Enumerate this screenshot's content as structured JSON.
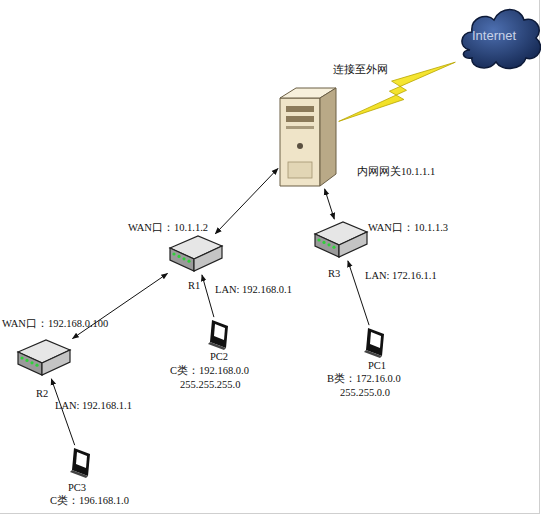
{
  "diagram": {
    "nodes": [
      {
        "text": [
          "Internet"
        ]
      },
      {
        "text": [
          "内网网关10.1.1.1"
        ]
      },
      {
        "text": [
          "WAN口：10.1.1.2",
          "R1",
          "LAN: 192.168.0.1"
        ]
      },
      {
        "text": [
          "WAN口：10.1.1.3",
          "R3",
          "LAN: 172.16.1.1"
        ]
      },
      {
        "text": [
          "WAN口：192.168.0.100",
          "R2",
          "LAN: 192.168.1.1"
        ]
      },
      {
        "text": [
          "PC2",
          "C类：192.168.0.0",
          "255.255.255.0"
        ]
      },
      {
        "text": [
          "PC1",
          "B类：172.16.0.0",
          "255.255.0.0"
        ]
      },
      {
        "text": [
          "PC3",
          "C类：196.168.1.0"
        ]
      }
    ],
    "edges": [
      {
        "from": 1,
        "to": 0,
        "arrow": "none",
        "label": "连接至外网"
      },
      {
        "from": 1,
        "to": 2,
        "arrow": "both"
      },
      {
        "from": 1,
        "to": 3,
        "arrow": "both"
      },
      {
        "from": 2,
        "to": 4,
        "arrow": "both"
      },
      {
        "from": 5,
        "to": 2,
        "arrow": "to"
      },
      {
        "from": 6,
        "to": 3,
        "arrow": "to"
      },
      {
        "from": 7,
        "to": 4,
        "arrow": "to"
      }
    ]
  }
}
